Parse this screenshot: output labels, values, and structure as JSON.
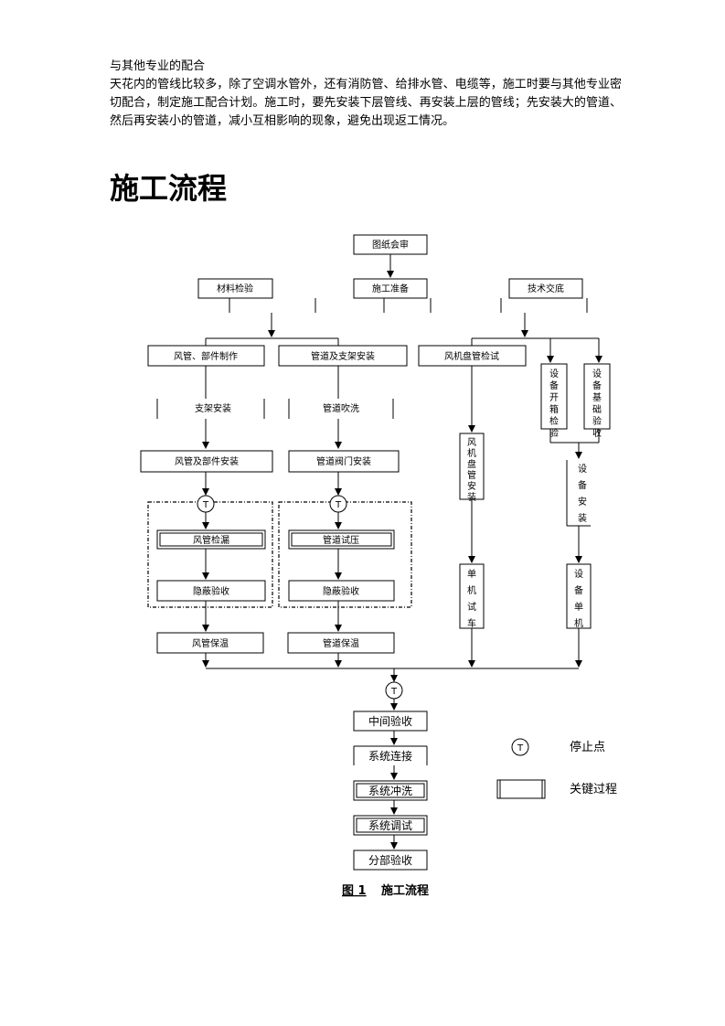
{
  "intro": {
    "heading": "与其他专业的配合",
    "body": "天花内的管线比较多，除了空调水管外，还有消防管、给排水管、电缆等，施工时要与其他专业密切配合，制定施工配合计划。施工时，要先安装下层管线、再安装上层的管线；先安装大的管道、然后再安装小的管道，减小互相影响的现象，避免出现返工情况。"
  },
  "section_title": "施工流程",
  "flow": {
    "drawing_review": "图纸会审",
    "material_check": "材料检验",
    "construction_prep": "施工准备",
    "tech_briefing": "技术交底",
    "duct_fabrication": "风管、部件制作",
    "pipe_support_install": "管道及支架安装",
    "fan_coil_check": "风机盘管检试",
    "equip_unpack_check": "设备开箱检验",
    "equip_foundation_check": "设备基础验收",
    "support_install": "支架安装",
    "pipe_flushing": "管道吹洗",
    "fan_coil_install": "风机盘管安装",
    "duct_parts_install": "风管及部件安装",
    "pipe_valve_install": "管道阀门安装",
    "equip_install": "设备安装",
    "duct_leak_test": "风管检漏",
    "pipe_pressure_test": "管道试压",
    "hidden_accept_1": "隐蔽验收",
    "hidden_accept_2": "隐蔽验收",
    "unit_trial_run": "单机试车",
    "equip_single_run": "设备单机",
    "duct_insulation": "风管保温",
    "pipe_insulation": "管道保温",
    "intermediate_accept": "中间验收",
    "system_connection": "系统连接",
    "system_flushing": "系统冲洗",
    "system_debug": "系统调试",
    "sub_accept": "分部验收",
    "stop_symbol": "T"
  },
  "legend": {
    "stop_point": "停止点",
    "key_process": "关键过程"
  },
  "caption": {
    "label": "图 1",
    "title": "施工流程"
  }
}
